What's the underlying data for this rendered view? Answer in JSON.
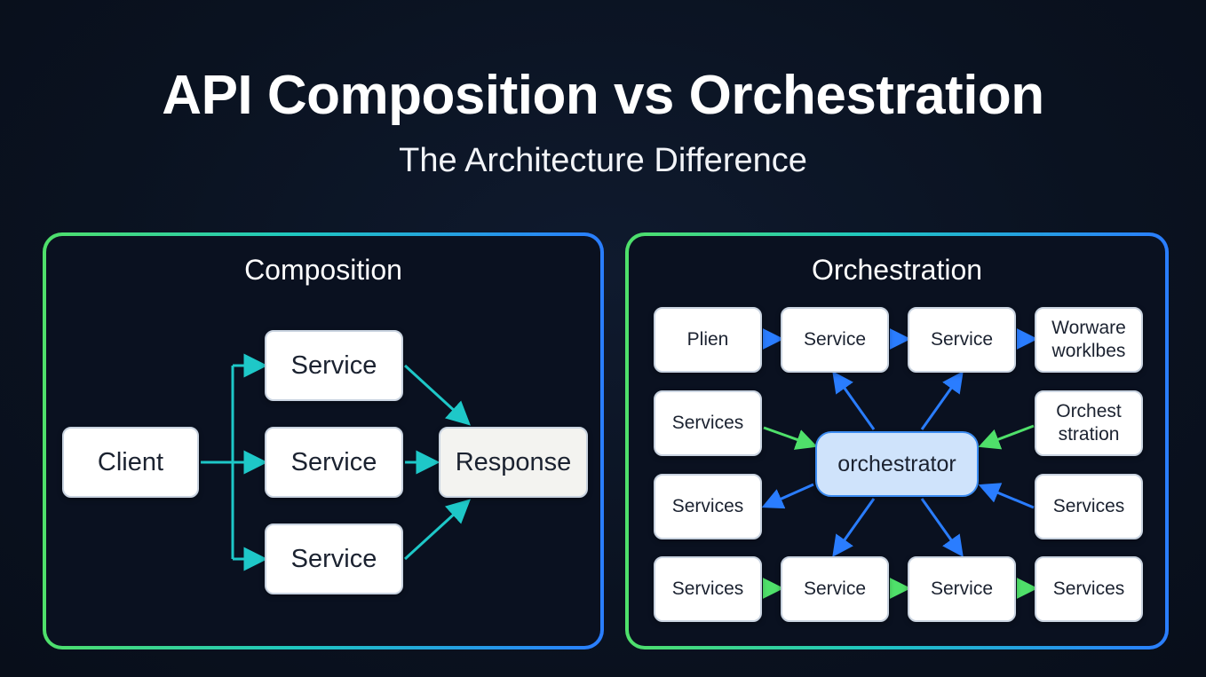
{
  "title": "API Composition vs Orchestration",
  "subtitle": "The Architecture Difference",
  "composition": {
    "title": "Composition",
    "client": "Client",
    "services": [
      "Service",
      "Service",
      "Service"
    ],
    "response": "Response"
  },
  "orchestration": {
    "title": "Orchestration",
    "orchestrator": "orchestrator",
    "top_row": [
      "Plien",
      "Service",
      "Service",
      "Worware\nworklbes"
    ],
    "left_col": [
      "Services",
      "Services"
    ],
    "right_col": [
      "Orchest\nstration",
      "Services"
    ],
    "bottom_row": [
      "Services",
      "Service",
      "Service",
      "Services"
    ]
  },
  "colors": {
    "teal_arrow": "#1ec8c8",
    "blue_arrow": "#2a7dff",
    "green_arrow": "#4fe06a",
    "border_gradient_start": "#4fe06a",
    "border_gradient_end": "#2a7dff"
  }
}
